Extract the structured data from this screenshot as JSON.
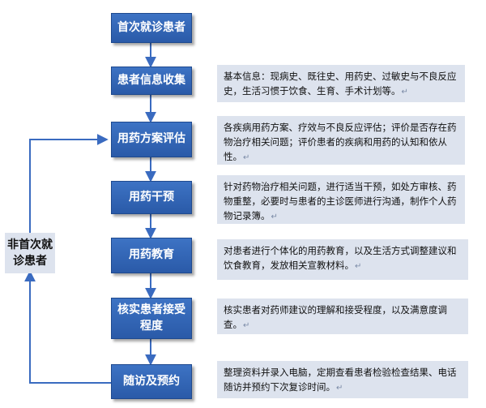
{
  "steps": [
    {
      "label": "首次就诊患者"
    },
    {
      "label": "患者信息收集"
    },
    {
      "label": "用药方案评估"
    },
    {
      "label": "用药干预"
    },
    {
      "label": "用药教育"
    },
    {
      "label_lines": [
        "核实患者接受",
        "程度"
      ]
    },
    {
      "label": "随访及预约"
    }
  ],
  "notes": [
    {
      "text": "基本信息：现病史、既往史、用药史、过敏史与不良反应史，生活习惯于饮食、生育、手术计划等。"
    },
    {
      "text": "各疾病用药方案、疗效与不良反应评估；评价是否存在药物治疗相关问题；评价患者的疾病和用药的认知和依从性。"
    },
    {
      "text": "针对药物治疗相关问题，进行适当干预，如处方审核、药物重整，必要时与患者的主诊医师进行沟通，制作个人药物记录簿。"
    },
    {
      "text": "对患者进行个体化的用药教育，以及生活方式调整建议和饮食教育，发放相关宣教材料。"
    },
    {
      "text": "核实患者对药师建议的理解和接受程度，以及满意度调查。"
    },
    {
      "text": "整理资料并录入电脑，定期查看患者检验检查结果、电话随访并预约下次复诊时间。"
    }
  ],
  "side": {
    "line1": "非首次就",
    "line2": "诊患者"
  },
  "colors": {
    "box": "#2f62b2",
    "arrow": "#3a6bc0",
    "note_bg": "#dde3ee"
  }
}
